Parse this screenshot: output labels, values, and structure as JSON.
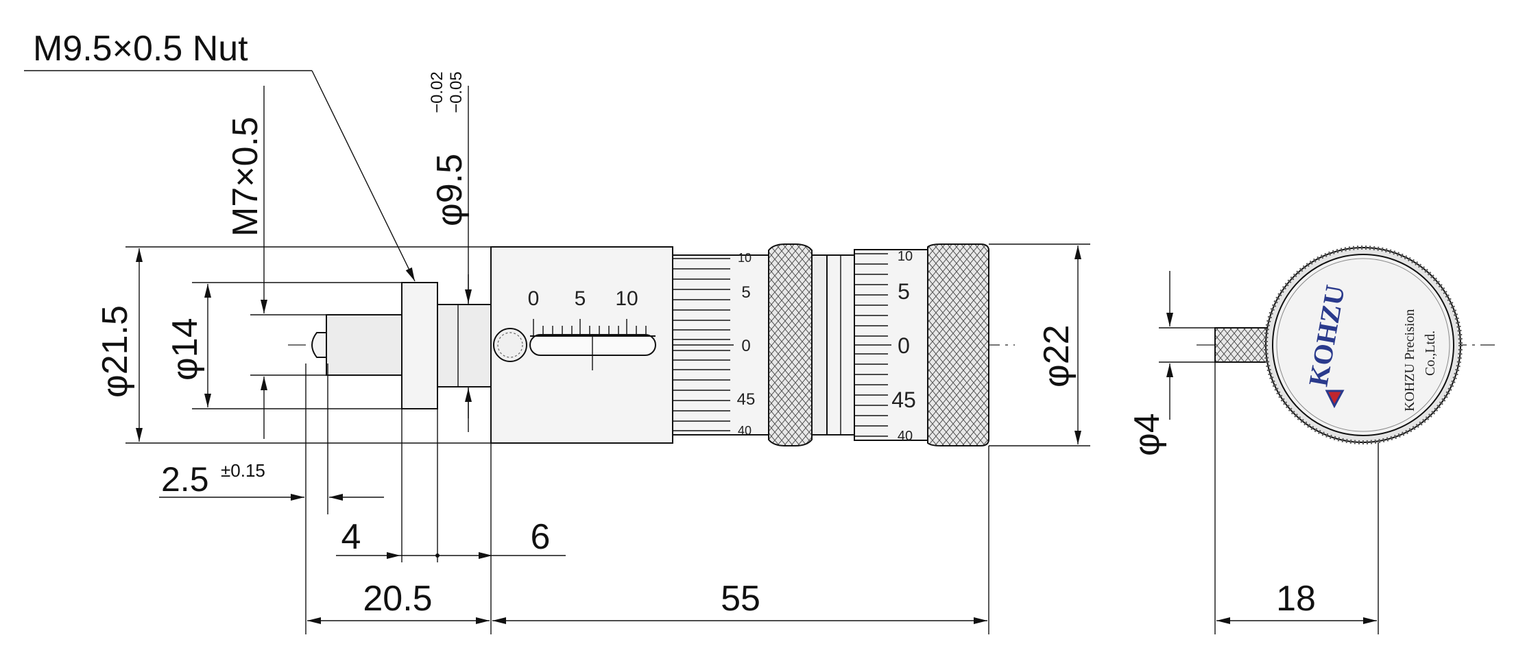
{
  "labels": {
    "nut": "M9.5×0.5   Nut",
    "thread": "M7×0.5",
    "spindle_dia_base": "φ9.5",
    "spindle_dia_tol_upper": "−0.02",
    "spindle_dia_tol_lower": "−0.05",
    "dia_21_5": "φ21.5",
    "dia_14": "φ14",
    "dia_22": "φ22",
    "dia_4": "φ4",
    "dim_2_5": "2.5",
    "dim_2_5_tol": "±0.15",
    "dim_4": "4",
    "dim_6": "6",
    "dim_20_5": "20.5",
    "dim_55": "55",
    "dim_18": "18"
  },
  "sleeve_scale": [
    "0",
    "5",
    "10"
  ],
  "thimble_scale_left": [
    "10",
    "5",
    "0",
    "45",
    "40"
  ],
  "thimble_scale_right": [
    "10",
    "5",
    "0",
    "45",
    "40"
  ],
  "logo": {
    "brand": "KOHZU",
    "line1": "KOHZU Precision",
    "line2": "Co.,Ltd."
  }
}
